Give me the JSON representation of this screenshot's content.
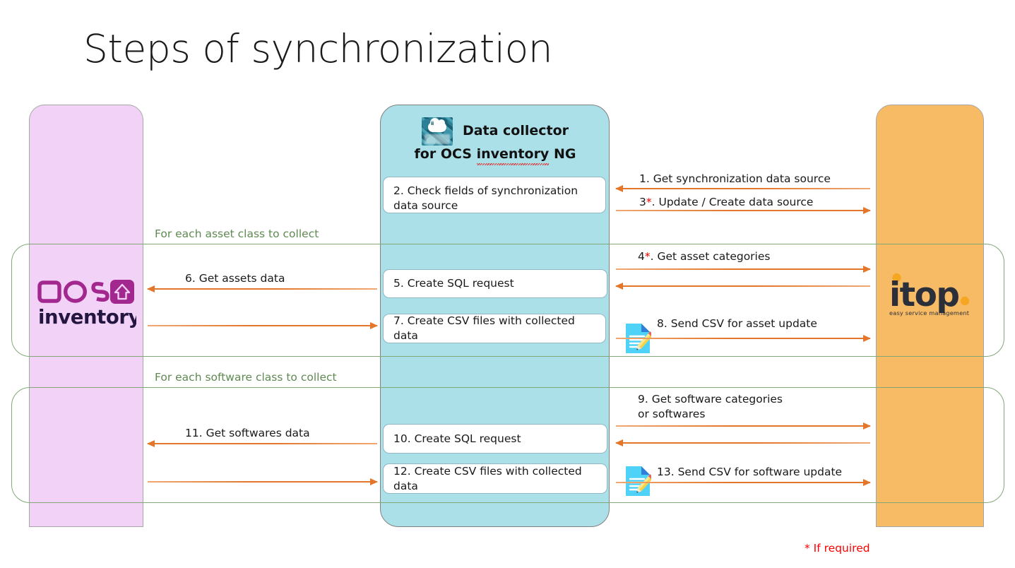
{
  "slide": {
    "title": "Steps of synchronization",
    "footnote": "* If required"
  },
  "lanes": {
    "left": {
      "name": "OCS Inventory",
      "logo_main": "OCS",
      "logo_sub": "inventory",
      "color": "#f2d2f7"
    },
    "center": {
      "header_line1": "Data collector",
      "header_line2_prefix": "for OCS ",
      "header_line2_spell": "inventory",
      "header_line2_suffix": " NG",
      "icon": "ocs-cloud-thumbnail",
      "color": "#ace0e8"
    },
    "right": {
      "name": "iTop",
      "logo_text": "itop",
      "logo_tagline": "easy service management",
      "color": "#f8bb65"
    }
  },
  "groups": [
    {
      "label": "For each asset class to collect"
    },
    {
      "label": "For each software class to collect"
    }
  ],
  "process_boxes": [
    {
      "id": "step2",
      "text": "2. Check fields of synchronization data source"
    },
    {
      "id": "step5",
      "text": "5. Create SQL request"
    },
    {
      "id": "step7",
      "text": "7. Create CSV files with collected data"
    },
    {
      "id": "step10",
      "text": "10. Create SQL request"
    },
    {
      "id": "step12",
      "text": "12. Create CSV files with collected data"
    }
  ],
  "messages": {
    "step1": {
      "num": "1. ",
      "text": "Get synchronization data source",
      "direction": "left"
    },
    "step3": {
      "num": "3",
      "ast": "*",
      "text": ". Update / Create data source",
      "direction": "right"
    },
    "step4": {
      "num": "4",
      "ast": "*",
      "text": ". Get asset categories",
      "direction": "right"
    },
    "step6": {
      "num": "6. ",
      "text": "Get assets data",
      "direction": "left"
    },
    "step8": {
      "num": "8. ",
      "text": "Send CSV for asset update",
      "direction": "right",
      "icon": "csv-document-icon"
    },
    "step9": {
      "num": "9. ",
      "text": "Get software categories\nor softwares",
      "direction": "right"
    },
    "step11": {
      "num": "11. ",
      "text": "Get softwares data",
      "direction": "left"
    },
    "step13": {
      "num": "13. ",
      "text": "Send CSV for software update",
      "direction": "right",
      "icon": "csv-document-icon"
    }
  },
  "colors": {
    "arrow": "#e3762a",
    "group_border": "#82a878",
    "group_label": "#5f8a52",
    "footnote": "#ff0000",
    "ocs_purple": "#a2288f",
    "itop_orange": "#f5a623",
    "itop_navy": "#2a2f3a"
  }
}
